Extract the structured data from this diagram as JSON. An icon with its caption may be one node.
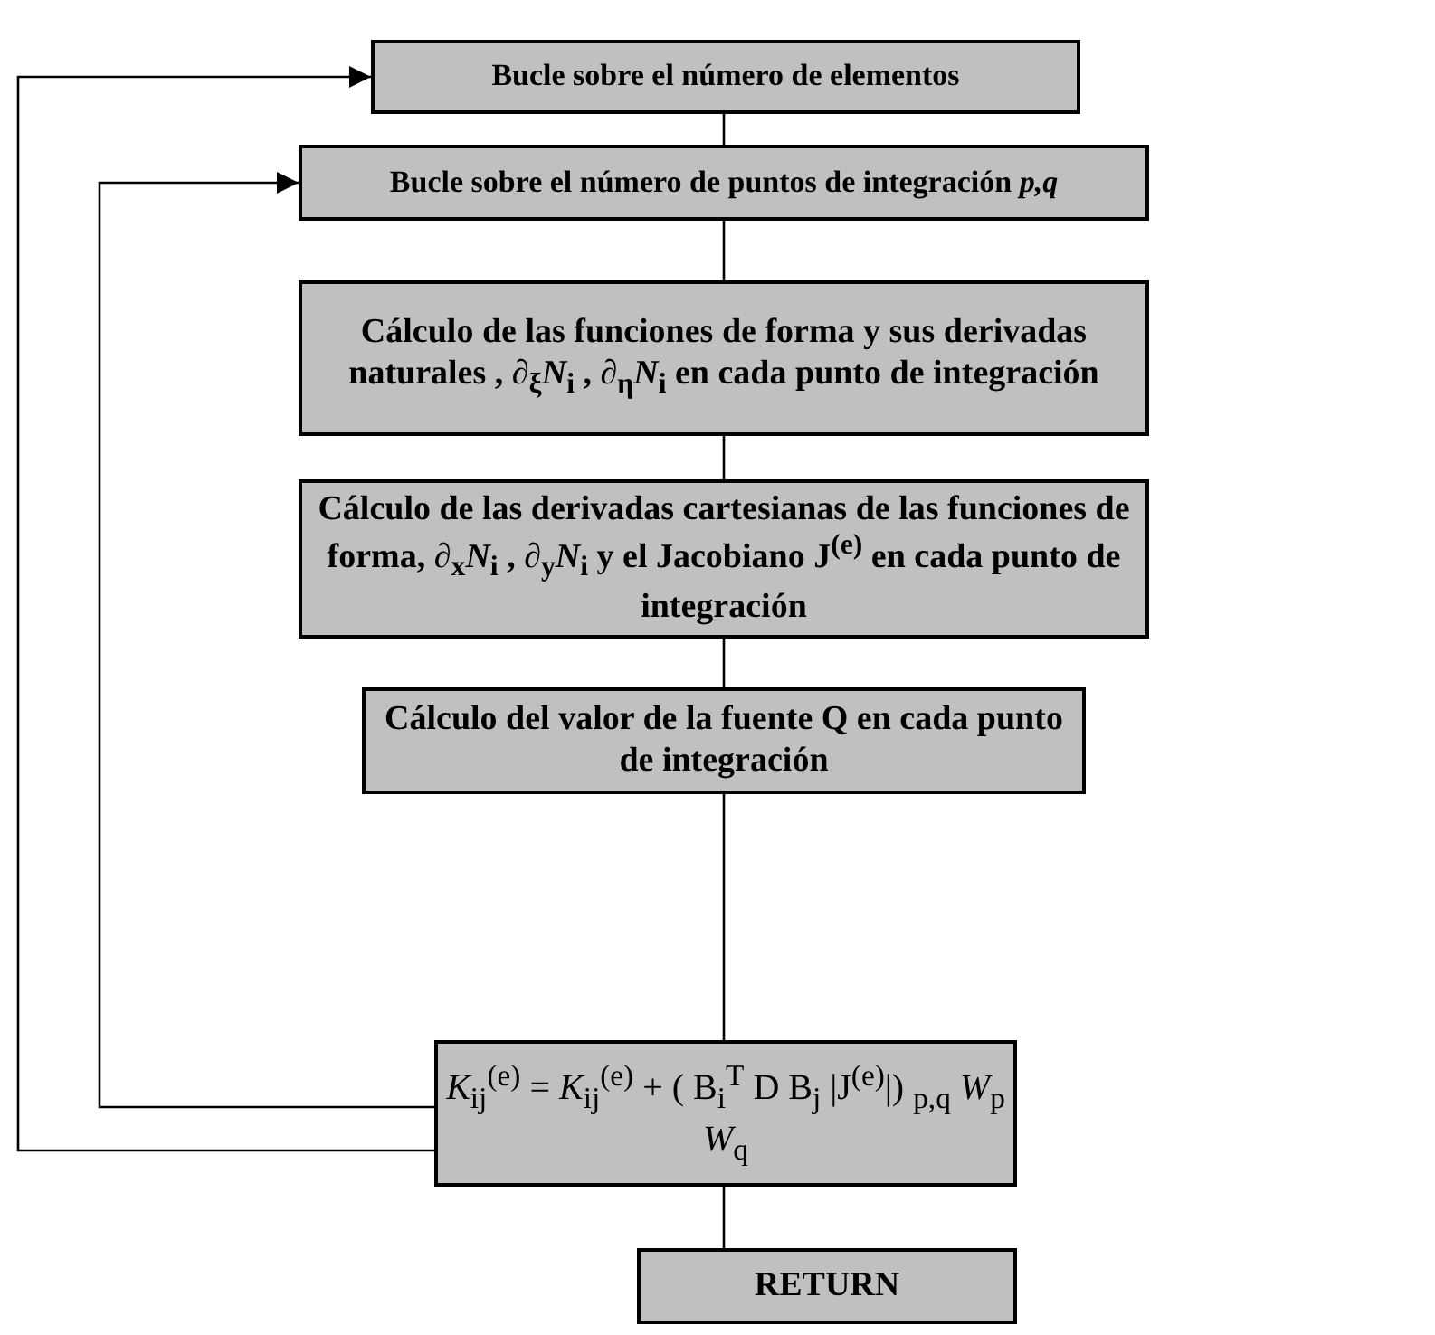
{
  "diagram": {
    "nodes": [
      {
        "text": [
          "Bucle sobre el número de elementos"
        ]
      },
      {
        "text": [
          "Bucle sobre el número de puntos de integración *p,q*"
        ]
      },
      {
        "text": [
          "Cálculo de las funciones de forma y sus derivadas naturales , ∂$_{ξ}$*N*$_{i}$ , ∂$_{η}$*N*$_{i}$ en cada punto de integración"
        ]
      },
      {
        "text": [
          "Cálculo de las derivadas cartesianas de las funciones de forma, ∂$_{x}$*N*$_{i}$ , ∂$_{y}$*N*$_{i}$ y el Jacobiano J$^{(e)}$ en cada punto de integración"
        ]
      },
      {
        "text": [
          "Cálculo del valor de la fuente Q en cada punto de integración"
        ]
      },
      {
        "text": [
          "*K*$_{ij}$$^{(e)}$ = *K*$_{ij}$$^{(e)}$ + ( B$_{i}$$^{T}$ D B$_{j}$ |J$^{(e)}$|) $_{p,q}$ *W*$_{p}$ *W*$_{q}$"
        ]
      },
      {
        "text": [
          "RETURN"
        ]
      }
    ],
    "edges": [
      {
        "from": 0,
        "to": 1,
        "arrow": "none"
      },
      {
        "from": 1,
        "to": 2,
        "arrow": "none"
      },
      {
        "from": 2,
        "to": 3,
        "arrow": "none"
      },
      {
        "from": 3,
        "to": 4,
        "arrow": "none"
      },
      {
        "from": 4,
        "to": 5,
        "arrow": "none"
      },
      {
        "from": 5,
        "to": 6,
        "arrow": "none"
      },
      {
        "from": 5,
        "to": 1,
        "arrow": "to"
      },
      {
        "from": 5,
        "to": 0,
        "arrow": "to"
      }
    ]
  }
}
